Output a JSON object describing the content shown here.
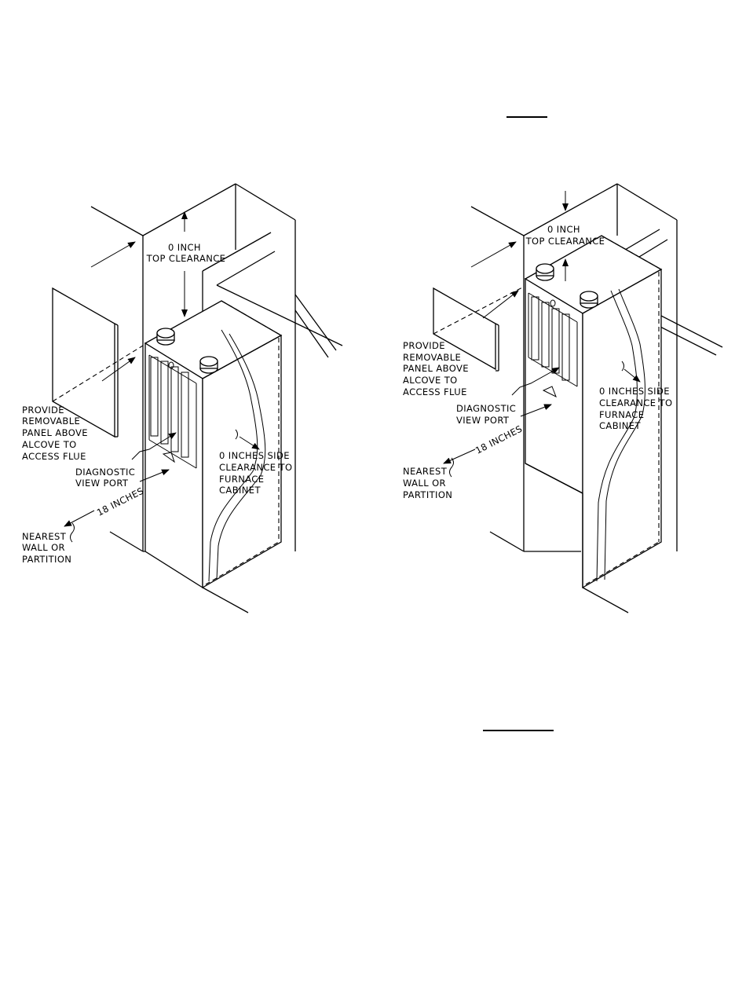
{
  "left_figure": {
    "top_clearance": [
      "0 INCH",
      "TOP CLEARANCE"
    ],
    "panel_note": [
      "PROVIDE",
      "REMOVABLE",
      "PANEL ABOVE",
      "ALCOVE TO",
      "ACCESS FLUE"
    ],
    "diagnostic": [
      "DIAGNOSTIC",
      "VIEW PORT"
    ],
    "front_clearance": "18 INCHES",
    "nearest_wall": [
      "NEAREST",
      "WALL OR",
      "PARTITION"
    ],
    "side_clearance": [
      "0 INCHES SIDE",
      "CLEARANCE TO",
      "FURNACE",
      "CABINET"
    ]
  },
  "right_figure": {
    "top_clearance": [
      "0 INCH",
      "TOP CLEARANCE"
    ],
    "panel_note": [
      "PROVIDE",
      "REMOVABLE",
      "PANEL ABOVE",
      "ALCOVE TO",
      "ACCESS FLUE"
    ],
    "diagnostic": [
      "DIAGNOSTIC",
      "VIEW PORT"
    ],
    "front_clearance": "18 INCHES",
    "nearest_wall": [
      "NEAREST",
      "WALL OR",
      "PARTITION"
    ],
    "side_clearance": [
      "0 INCHES SIDE",
      "CLEARANCE TO",
      "FURNACE",
      "CABINET"
    ]
  }
}
